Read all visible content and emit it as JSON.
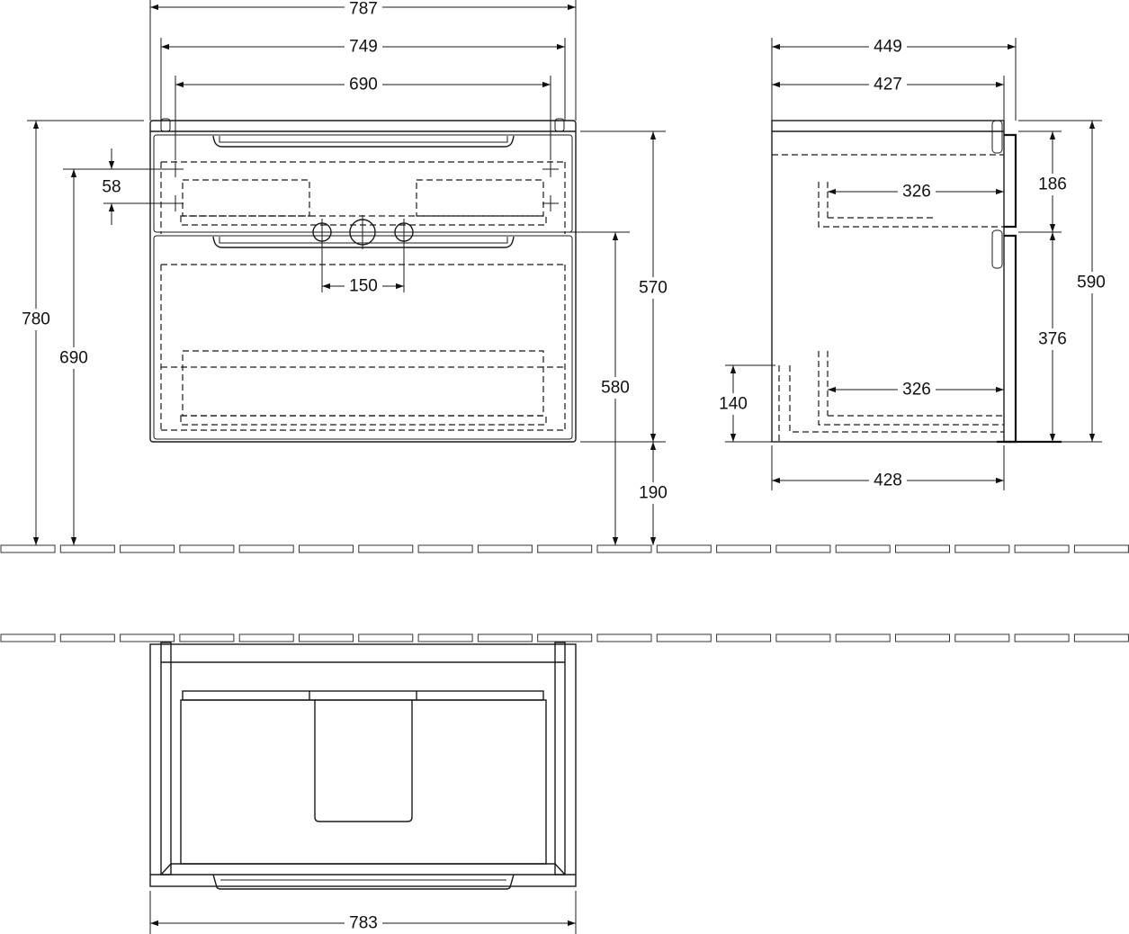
{
  "dimensions": {
    "width_overall": "787",
    "width_body": "749",
    "width_mount": "690",
    "width_bottom": "783",
    "height_total": "780",
    "height_mount": "690",
    "offset_58": "58",
    "spacing_150": "150",
    "height_570": "570",
    "height_580": "580",
    "height_190": "190",
    "depth_449": "449",
    "depth_427": "427",
    "depth_428": "428",
    "drawer_326_top": "326",
    "drawer_326_bottom": "326",
    "height_186": "186",
    "height_376": "376",
    "height_590": "590",
    "height_140": "140"
  }
}
